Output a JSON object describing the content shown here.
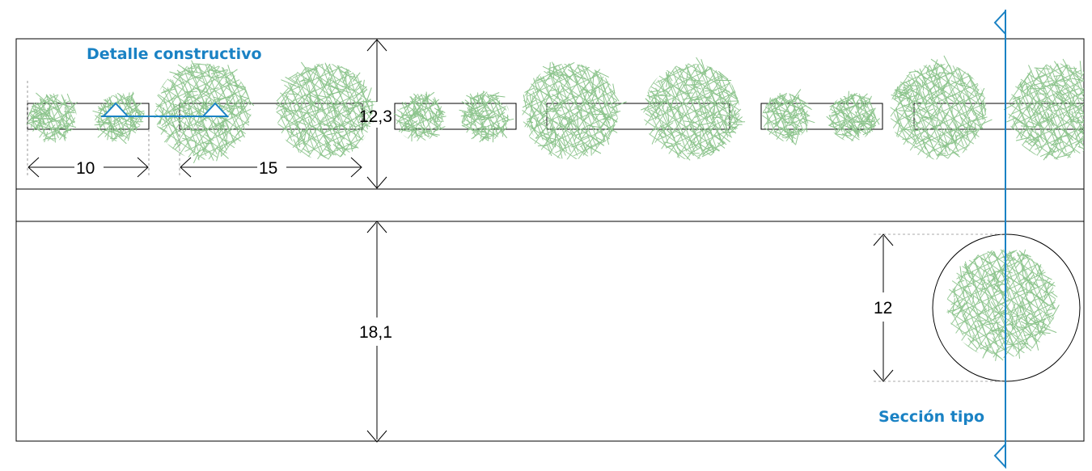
{
  "labels": {
    "detail": "Detalle constructivo",
    "section": "Sección tipo"
  },
  "dimensions": {
    "upper_height": "12,3",
    "lower_height": "18,1",
    "small_spacing": "10",
    "large_spacing": "15",
    "tree_diameter": "12"
  },
  "colors": {
    "section_line": "#1a82c4",
    "vegetation": "#8cc48c",
    "lines": "#000000"
  }
}
